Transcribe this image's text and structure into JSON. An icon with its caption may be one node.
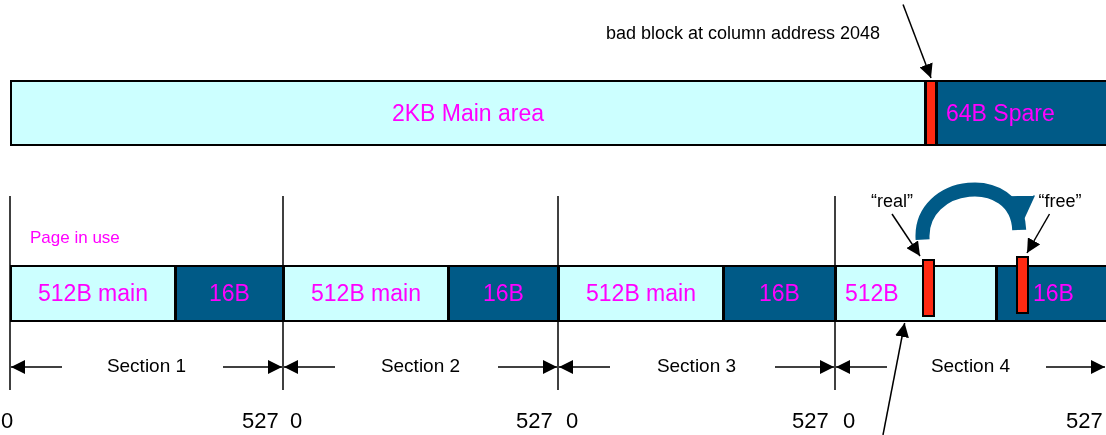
{
  "diagram": {
    "nodes": [
      {
        "text": [
          "2KB Main area"
        ]
      },
      {
        "text": [],
        "shape": "bar"
      },
      {
        "text": [
          "64B Spare"
        ]
      },
      {
        "text": [
          "bad block at column address 2048"
        ]
      },
      {
        "text": [
          "512B main"
        ]
      },
      {
        "text": [
          "16B"
        ]
      },
      {
        "text": [
          "512B main"
        ]
      },
      {
        "text": [
          "16B"
        ]
      },
      {
        "text": [
          "512B main"
        ]
      },
      {
        "text": [
          "16B"
        ]
      },
      {
        "text": [
          "512B"
        ]
      },
      {
        "text": [
          "16B"
        ]
      },
      {
        "text": [
          "“real”"
        ]
      },
      {
        "text": [
          "“free”"
        ]
      },
      {
        "text": [],
        "shape": "bar",
        "in": 10
      },
      {
        "text": [],
        "shape": "bar",
        "in": 11
      }
    ],
    "edges": [
      {
        "from": 3,
        "to": 1,
        "arrow": "to"
      },
      {
        "from": 12,
        "to": 14,
        "arrow": "to"
      },
      {
        "from": 13,
        "to": 15,
        "arrow": "to"
      },
      {
        "from": 14,
        "to": 15,
        "arrow": "to",
        "style": "thick",
        "color": "#005a87"
      },
      {
        "from": null,
        "to": 10,
        "arrow": "to"
      }
    ],
    "labels": [
      "Page in use",
      "Section 1",
      "Section 2",
      "Section 3",
      "Section 4",
      "0",
      "527",
      "0",
      "527",
      "0",
      "527",
      "0",
      "527"
    ]
  }
}
